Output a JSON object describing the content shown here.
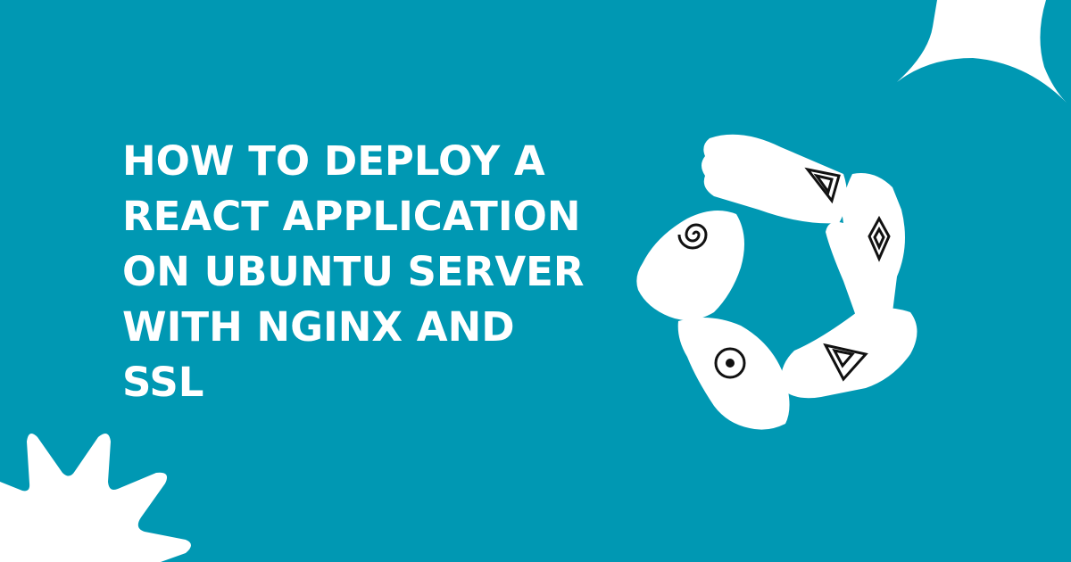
{
  "background_color": "#0098b3",
  "headline": {
    "lines": [
      "HOW TO DEPLOY A",
      "REACT APPLICATION",
      "ON UBUNTU SERVER",
      "WITH NGINX AND",
      "SSL"
    ],
    "color": "#ffffff"
  },
  "illustration": {
    "icon": "five-hands-circle-icon",
    "description": "Five white hands joined in a circle with tribal symbols"
  },
  "decorations": {
    "top_right": "curved-star-shape",
    "bottom_left": "starburst-shape"
  }
}
